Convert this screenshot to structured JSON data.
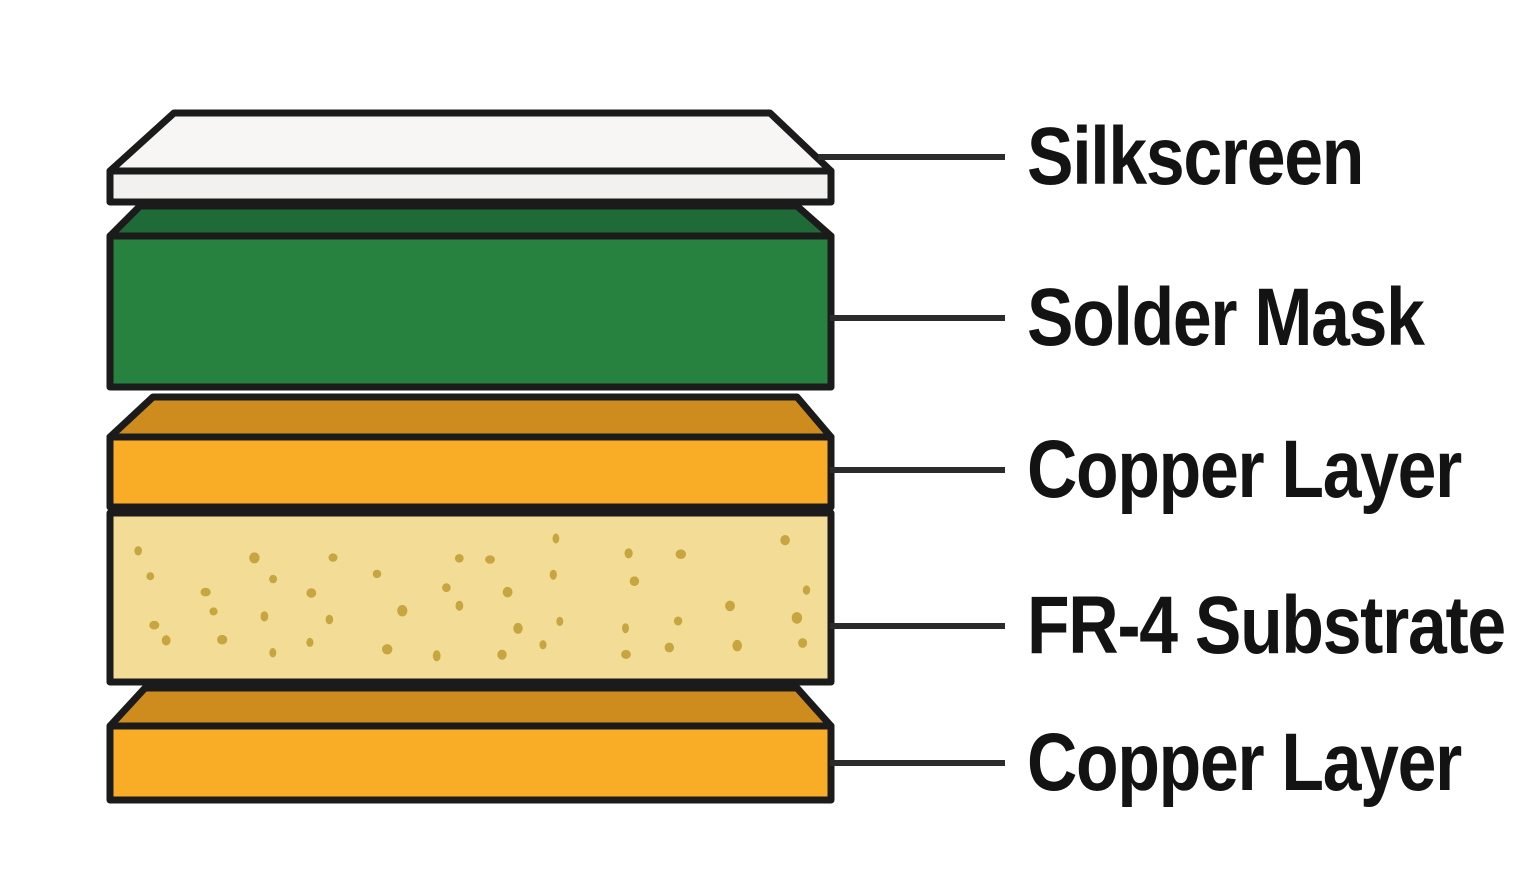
{
  "diagram": {
    "kind": "pcb-layer-stack-exploded-view"
  },
  "layers": [
    {
      "id": "silkscreen",
      "label": "Silkscreen",
      "top_color": "#F7F6F4",
      "front_color": "#F2F1EF"
    },
    {
      "id": "solder-mask",
      "label": "Solder Mask",
      "top_color": "#1E6B38",
      "front_color": "#27823F"
    },
    {
      "id": "copper-top",
      "label": "Copper Layer",
      "top_color": "#CE8B1E",
      "front_color": "#F9AC25"
    },
    {
      "id": "fr4-substrate",
      "label": "FR-4 Substrate",
      "front_color": "#F2DC96",
      "speckled": true,
      "speckle_color": "#C7A63F"
    },
    {
      "id": "copper-bottom",
      "label": "Copper Layer",
      "top_color": "#CE8B1E",
      "front_color": "#F9AC25"
    }
  ],
  "colors": {
    "outline": "#1B1B1B",
    "leader": "#2B2B2B",
    "label_text": "#131313",
    "background": "#FFFFFF"
  }
}
